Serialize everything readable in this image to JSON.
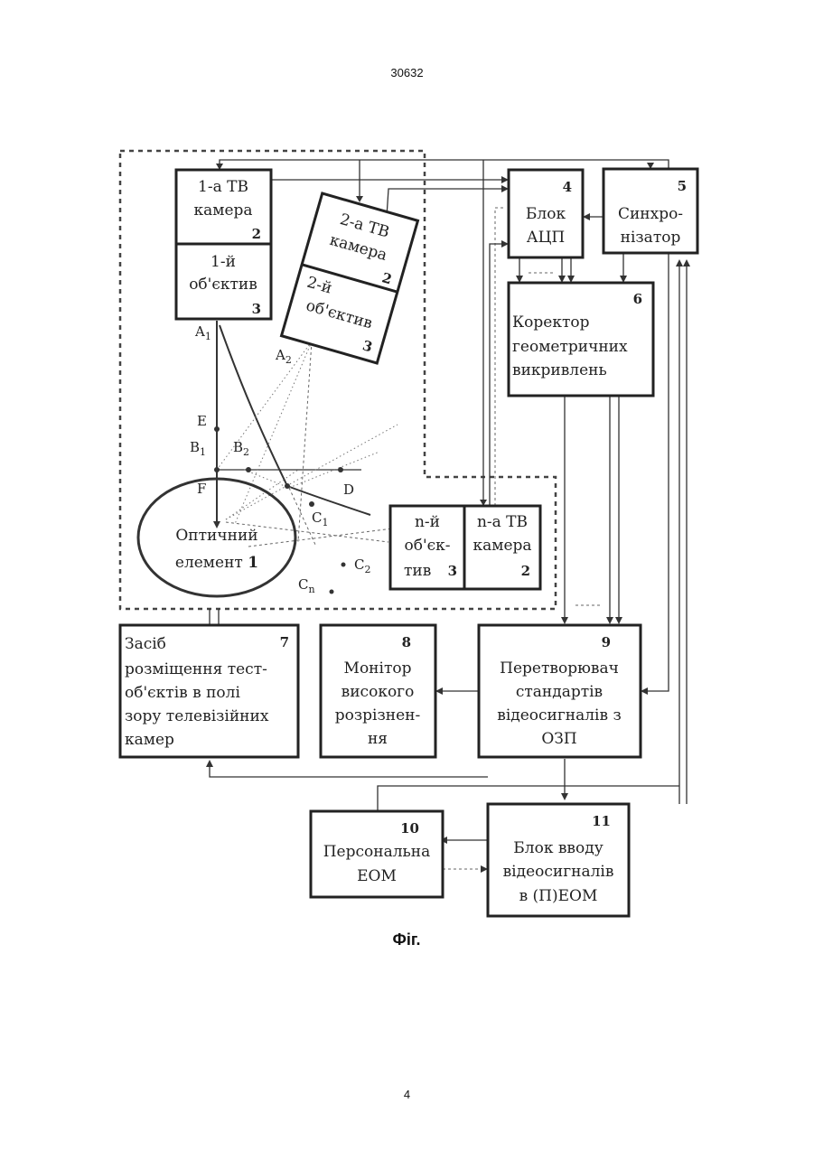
{
  "header": {
    "page_code": "30632"
  },
  "footer": {
    "page_number": "4"
  },
  "figure": {
    "caption": "Фіг.",
    "blocks": [
      {
        "id": "camera-1",
        "lines": [
          "1-а ТВ",
          "камера"
        ],
        "num": "2"
      },
      {
        "id": "lens-1",
        "lines": [
          "1-й",
          "об'єктив"
        ],
        "num": "3"
      },
      {
        "id": "camera-2",
        "lines": [
          "2-а ТВ",
          "камера"
        ],
        "num": "2"
      },
      {
        "id": "lens-2",
        "lines": [
          "2-й",
          "об'єктив"
        ],
        "num": "3"
      },
      {
        "id": "adc",
        "lines": [
          "Блок",
          "АЦП"
        ],
        "num": "4"
      },
      {
        "id": "sync",
        "lines": [
          "Синхро-",
          "нізатор"
        ],
        "num": "5"
      },
      {
        "id": "corrector",
        "lines": [
          "Коректор",
          "геометричних",
          "викривлень"
        ],
        "num": "6"
      },
      {
        "id": "lens-n",
        "lines": [
          "n-й",
          "об'єк-",
          "тив"
        ],
        "num": "3"
      },
      {
        "id": "camera-n",
        "lines": [
          "n-а ТВ",
          "камера"
        ],
        "num": "2"
      },
      {
        "id": "test-objects",
        "lines": [
          "Засіб",
          "розміщення тест-",
          "об'єктів в полі",
          "зору телевізійних",
          "камер"
        ],
        "num": "7"
      },
      {
        "id": "monitor",
        "lines": [
          "Монітор",
          "високого",
          "розрізнен-",
          "ня"
        ],
        "num": "8"
      },
      {
        "id": "converter",
        "lines": [
          "Перетворювач",
          "стандартів",
          "відеосигналів з",
          "ОЗП"
        ],
        "num": "9"
      },
      {
        "id": "pc",
        "lines": [
          "Персональна",
          "ЕОМ"
        ],
        "num": "10"
      },
      {
        "id": "video-input",
        "lines": [
          "Блок вводу",
          "відеосигналів",
          "в (П)ЕОМ"
        ],
        "num": "11"
      }
    ],
    "optical_element": {
      "lines": [
        "Оптичний",
        "елемент"
      ],
      "num": "1"
    },
    "points": [
      {
        "name": "A",
        "sub": "1"
      },
      {
        "name": "A",
        "sub": "2"
      },
      {
        "name": "E",
        "sub": ""
      },
      {
        "name": "B",
        "sub": "1"
      },
      {
        "name": "B",
        "sub": "2"
      },
      {
        "name": "F",
        "sub": ""
      },
      {
        "name": "D",
        "sub": ""
      },
      {
        "name": "C",
        "sub": "1"
      },
      {
        "name": "C",
        "sub": "2"
      },
      {
        "name": "C",
        "sub": "n"
      }
    ]
  }
}
